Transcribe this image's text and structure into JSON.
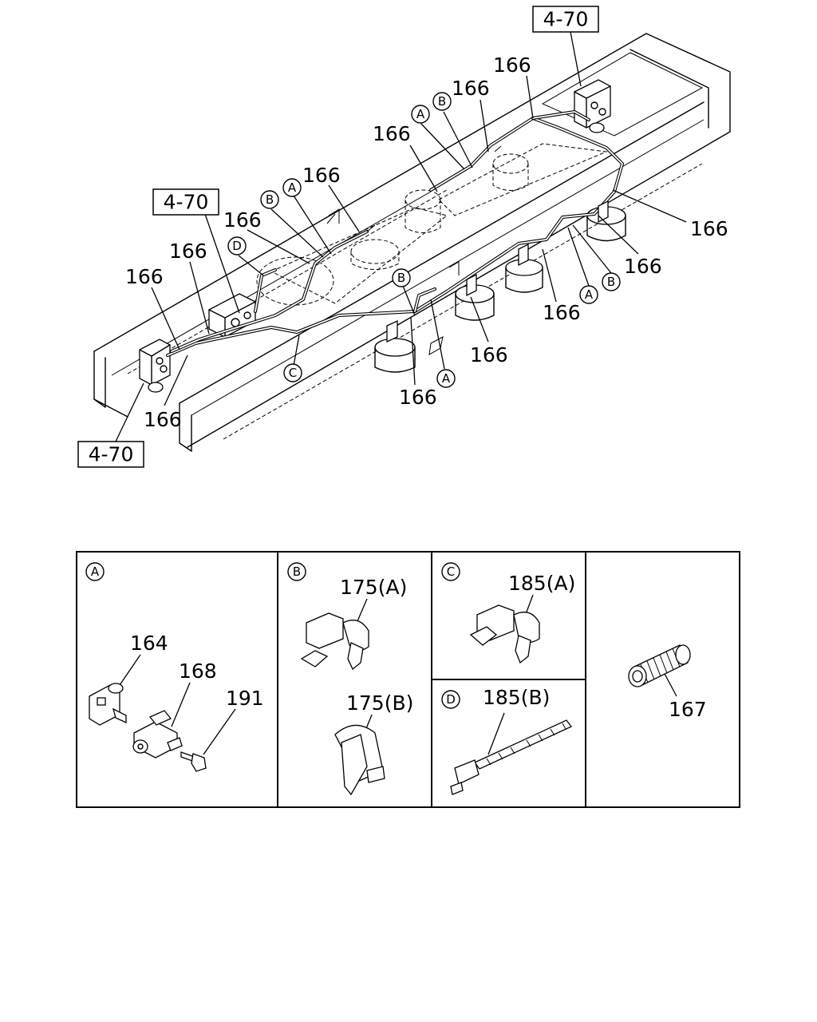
{
  "callouts": {
    "pipe_label": "166",
    "ref_box": "4-70",
    "clip_a": "A",
    "clip_b": "B",
    "clip_c": "C",
    "clip_d": "D"
  },
  "detail_panels": {
    "a": {
      "letter": "A",
      "parts": [
        "164",
        "168",
        "191"
      ]
    },
    "b": {
      "letter": "B",
      "parts": [
        "175(A)",
        "175(B)"
      ]
    },
    "c": {
      "letter": "C",
      "parts": [
        "185(A)"
      ]
    },
    "d": {
      "letter": "D",
      "parts": [
        "185(B)"
      ]
    },
    "e": {
      "parts": [
        "167"
      ]
    }
  }
}
